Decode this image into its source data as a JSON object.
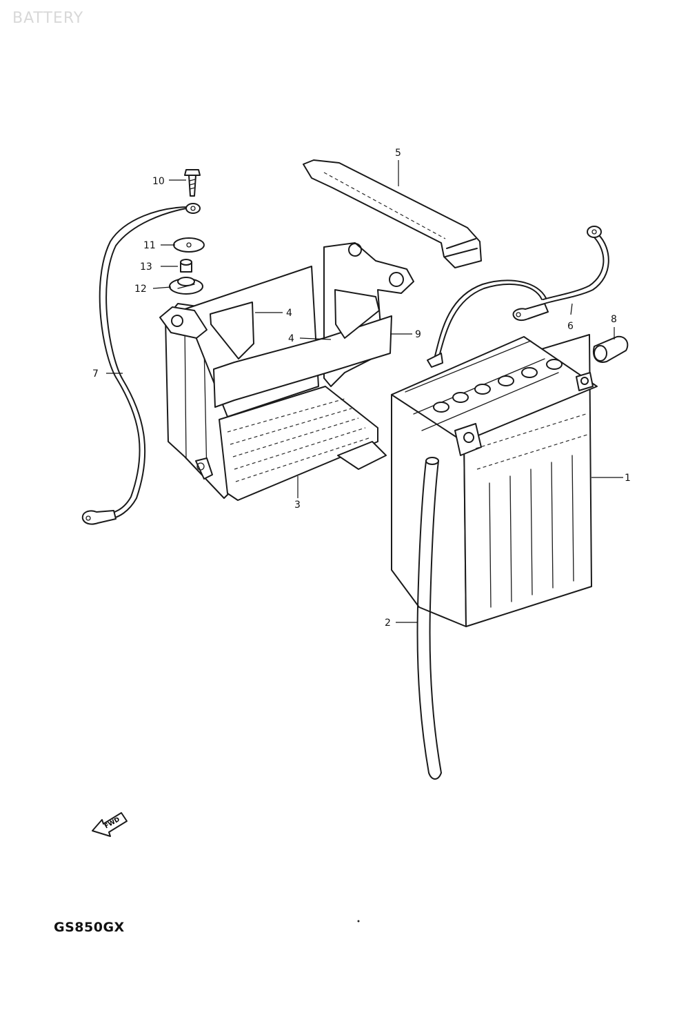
{
  "header": {
    "title": "BATTERY"
  },
  "footer": {
    "model_code": "GS850GX"
  },
  "callouts": {
    "c1": "1",
    "c2": "2",
    "c3": "3",
    "c4a": "4",
    "c4b": "4",
    "c5": "5",
    "c6": "6",
    "c7": "7",
    "c8": "8",
    "c9": "9",
    "c10": "10",
    "c11": "11",
    "c12": "12",
    "c13": "13"
  },
  "fwd_arrow": {
    "label": "FWD"
  }
}
